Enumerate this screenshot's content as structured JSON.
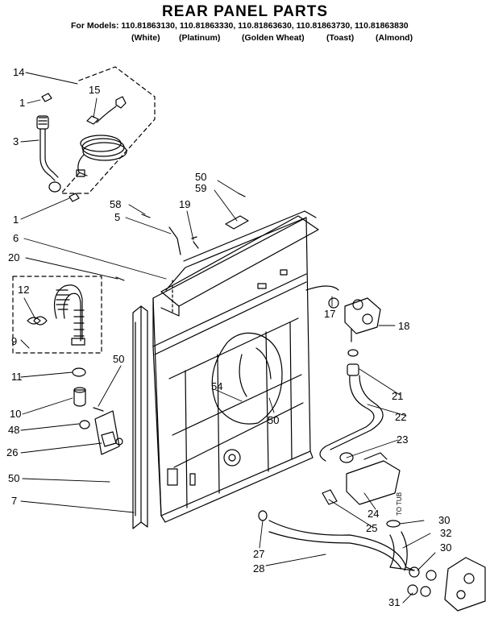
{
  "header": {
    "title": "REAR PANEL PARTS",
    "models": "For Models: 110.81863130, 110.81863330, 110.81863630, 110.81863730, 110.81863830",
    "colors": [
      "(White)",
      "(Platinum)",
      "(Golden Wheat)",
      "(Toast)",
      "(Almond)"
    ]
  },
  "to_tub_label": "TO TUB",
  "callouts": [
    {
      "id": "14",
      "text": "14"
    },
    {
      "id": "15",
      "text": "15"
    },
    {
      "id": "1a",
      "text": "1"
    },
    {
      "id": "3",
      "text": "3"
    },
    {
      "id": "1b",
      "text": "1"
    },
    {
      "id": "6",
      "text": "6"
    },
    {
      "id": "20",
      "text": "20"
    },
    {
      "id": "58",
      "text": "58"
    },
    {
      "id": "5",
      "text": "5"
    },
    {
      "id": "19",
      "text": "19"
    },
    {
      "id": "50a",
      "text": "50"
    },
    {
      "id": "59",
      "text": "59"
    },
    {
      "id": "12",
      "text": "12"
    },
    {
      "id": "9",
      "text": "9"
    },
    {
      "id": "11",
      "text": "11"
    },
    {
      "id": "50b",
      "text": "50"
    },
    {
      "id": "10",
      "text": "10"
    },
    {
      "id": "48",
      "text": "48"
    },
    {
      "id": "26",
      "text": "26"
    },
    {
      "id": "50c",
      "text": "50"
    },
    {
      "id": "7",
      "text": "7"
    },
    {
      "id": "54",
      "text": "54"
    },
    {
      "id": "50d",
      "text": "50"
    },
    {
      "id": "17",
      "text": "17"
    },
    {
      "id": "18",
      "text": "18"
    },
    {
      "id": "21",
      "text": "21"
    },
    {
      "id": "22",
      "text": "22"
    },
    {
      "id": "23",
      "text": "23"
    },
    {
      "id": "24",
      "text": "24"
    },
    {
      "id": "25",
      "text": "25"
    },
    {
      "id": "27",
      "text": "27"
    },
    {
      "id": "28",
      "text": "28"
    },
    {
      "id": "30a",
      "text": "30"
    },
    {
      "id": "32",
      "text": "32"
    },
    {
      "id": "30b",
      "text": "30"
    },
    {
      "id": "31",
      "text": "31"
    }
  ]
}
